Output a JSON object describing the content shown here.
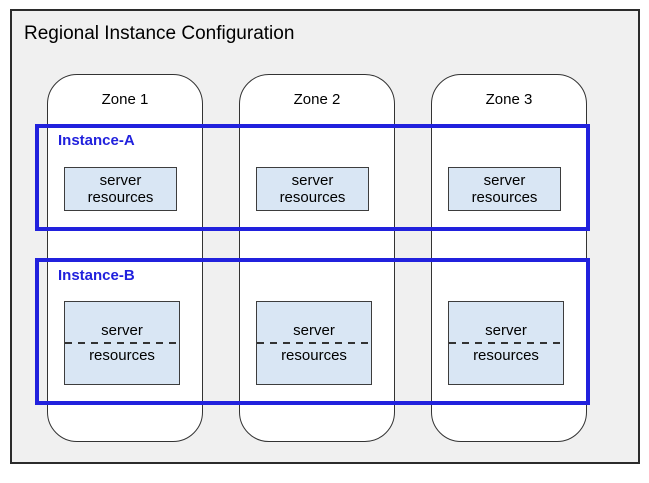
{
  "title": "Regional Instance Configuration",
  "zones": [
    {
      "label": "Zone 1"
    },
    {
      "label": "Zone 2"
    },
    {
      "label": "Zone 3"
    }
  ],
  "instances": [
    {
      "label": "Instance-A"
    },
    {
      "label": "Instance-B"
    }
  ],
  "resource_box": {
    "line1": "server",
    "line2": "resources"
  },
  "colors": {
    "instance_blue": "#2121dd",
    "resource_fill": "#d9e6f4",
    "resource_border": "#3d3d3d",
    "region_fill": "#f0f0f0",
    "outline_dark": "#2b2b2b",
    "zone_fill": "#ffffff"
  }
}
